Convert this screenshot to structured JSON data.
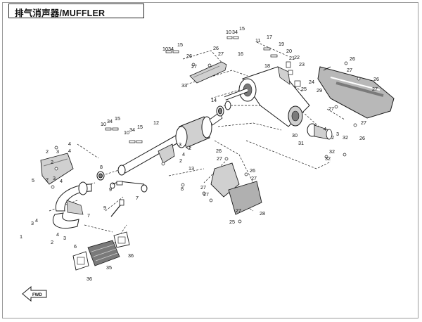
{
  "title": "排气消声器/MUFFLER",
  "direction_label": "FWD",
  "callouts": {
    "c1": "1",
    "c2": "2",
    "c3": "3",
    "c4": "4",
    "c5": "5",
    "c6": "6",
    "c7": "7",
    "c8": "8",
    "c9": "9",
    "c10": "10",
    "c11": "11",
    "c12": "12",
    "c13": "13",
    "c14": "14",
    "c15": "15",
    "c16": "16",
    "c17": "17",
    "c18": "18",
    "c19": "19",
    "c20": "20",
    "c21": "21",
    "c22": "22",
    "c23": "23",
    "c24": "24",
    "c25": "25",
    "c26": "26",
    "c27": "27",
    "c28": "28",
    "c29": "29",
    "c30": "30",
    "c31": "31",
    "c32": "32",
    "c33": "33",
    "c34": "34",
    "c35": "35",
    "c36": "36"
  },
  "colors": {
    "line": "#1a1a1a",
    "shade": "#7a7a7a",
    "light": "#d0d0d0",
    "frame": "#9a9a9a"
  },
  "icons": {
    "direction": "fwd-arrow-icon"
  }
}
